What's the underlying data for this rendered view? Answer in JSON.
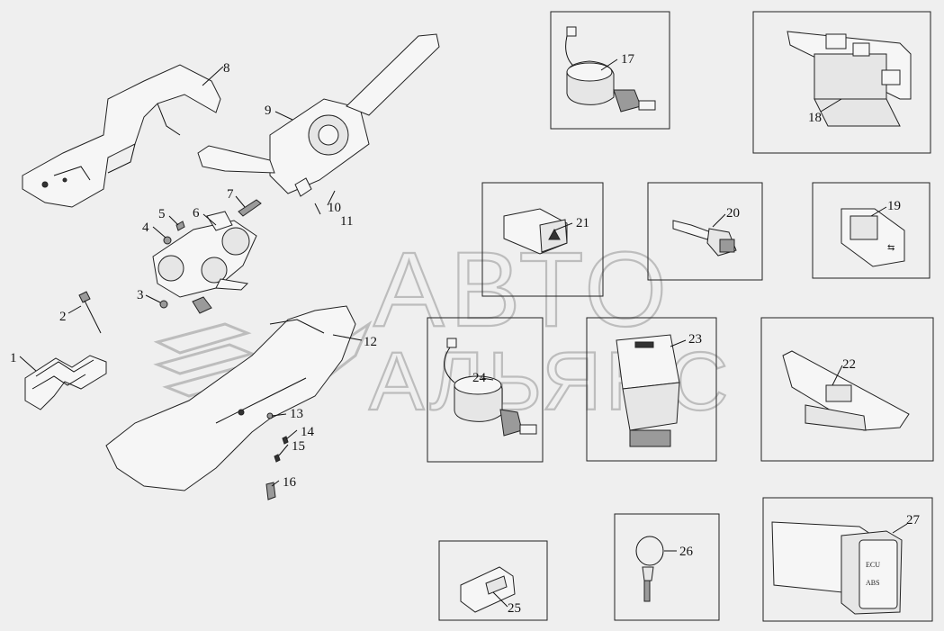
{
  "diagram": {
    "callouts": [
      "1",
      "2",
      "3",
      "4",
      "5",
      "6",
      "7",
      "8",
      "9",
      "10",
      "11",
      "12",
      "13",
      "14",
      "15",
      "16",
      "17",
      "18",
      "19",
      "20",
      "21",
      "22",
      "23",
      "24",
      "25",
      "26",
      "27"
    ],
    "watermark": {
      "line1": "АВТО",
      "line2": "АЛЬЯНС"
    },
    "switch_text": {
      "ecu": "ECU",
      "abs": "ABS"
    }
  }
}
